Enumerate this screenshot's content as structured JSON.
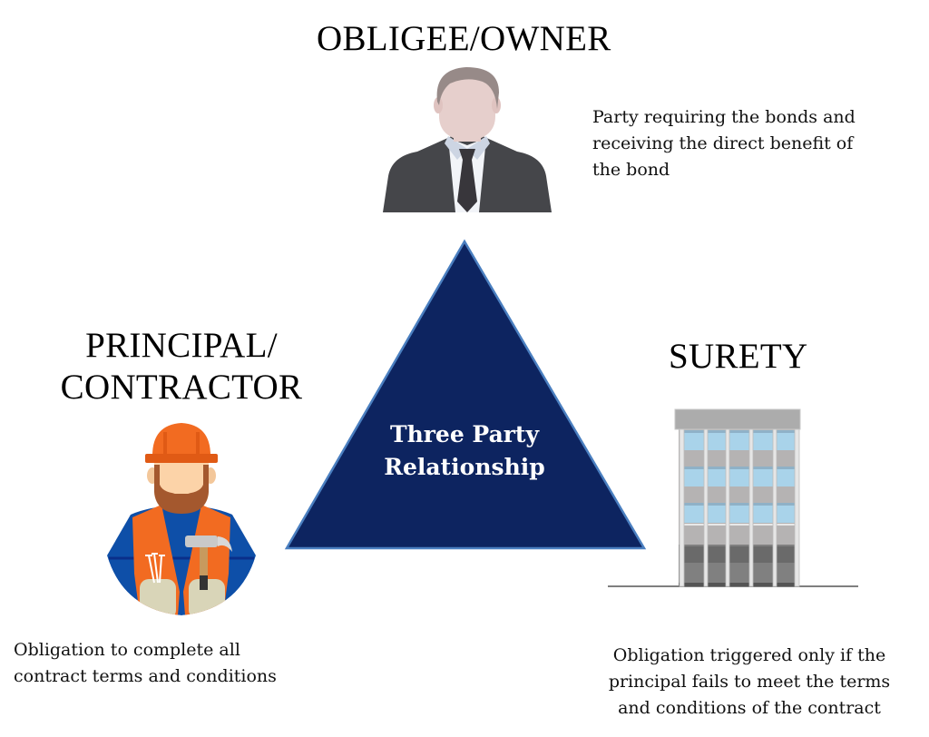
{
  "diagram": {
    "center": {
      "line1": "Three Party",
      "line2": "Relationship",
      "fill": "#0d2460",
      "stroke": "#4a7fc0"
    },
    "obligee": {
      "title": "OBLIGEE/OWNER",
      "icon": "businessman-icon",
      "description": {
        "line1": "Party requiring the bonds and",
        "line2": "receiving the direct benefit of",
        "line3": "the bond"
      }
    },
    "principal": {
      "title_line1": "PRINCIPAL/",
      "title_line2": "CONTRACTOR",
      "icon": "construction-worker-icon",
      "description": {
        "line1": "Obligation to complete all",
        "line2": "contract terms and conditions"
      }
    },
    "surety": {
      "title": "SURETY",
      "icon": "office-building-icon",
      "description": {
        "line1": "Obligation triggered only if the",
        "line2": "principal fails to meet the terms",
        "line3": "and conditions of the contract"
      }
    }
  }
}
